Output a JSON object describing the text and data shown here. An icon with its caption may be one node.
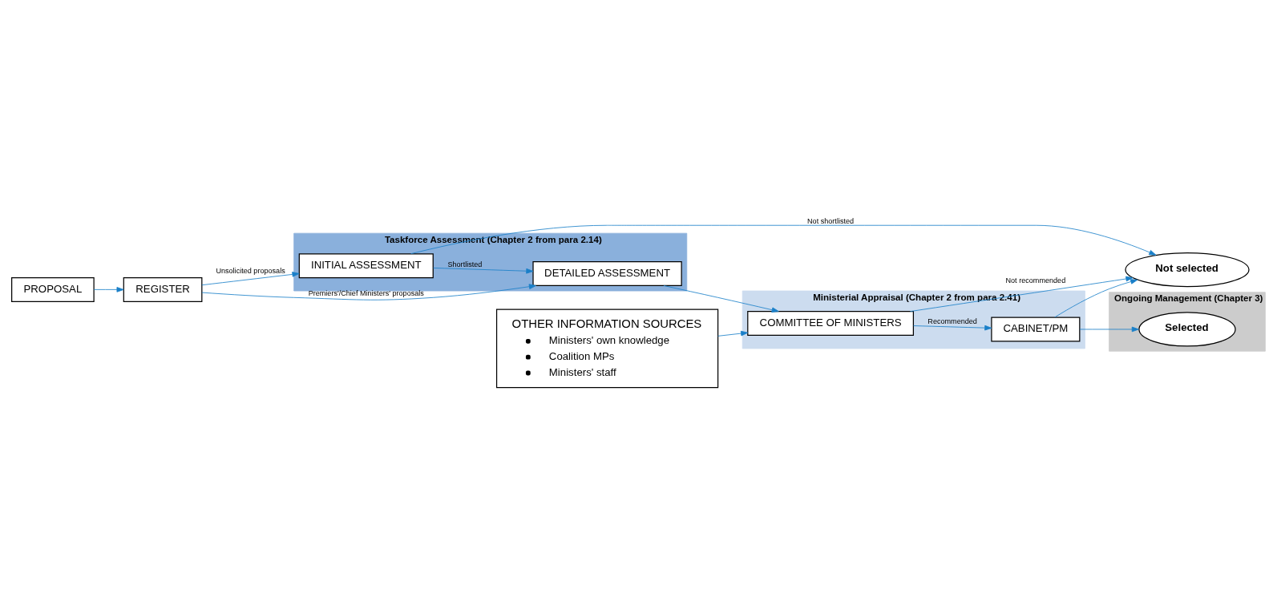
{
  "diagram": {
    "nodes": [
      {
        "text": [
          "PROPOSAL"
        ]
      },
      {
        "text": [
          "REGISTER"
        ]
      },
      {
        "text": [
          "Taskforce Assessment (Chapter 2 from para 2.14)"
        ]
      },
      {
        "text": [
          "INITIAL ASSESSMENT"
        ],
        "in": 2
      },
      {
        "text": [
          "DETAILED ASSESSMENT"
        ],
        "in": 2
      },
      {
        "text": [
          "Not selected"
        ]
      },
      {
        "text": [
          "Ministerial Appraisal (Chapter 2 from para 2.41)"
        ]
      },
      {
        "text": [
          "COMMITTEE OF MINISTERS"
        ],
        "in": 6
      },
      {
        "text": [
          "CABINET/PM"
        ],
        "in": 6
      },
      {
        "text": [
          "OTHER INFORMATION SOURCES",
          "Ministers' own knowledge",
          "Coalition MPs",
          "Ministers' staff"
        ]
      },
      {
        "text": [
          "Ongoing Management (Chapter 3)"
        ]
      },
      {
        "text": [
          "Selected"
        ],
        "in": 10
      }
    ],
    "edges": [
      {
        "from": 0,
        "to": 1,
        "arrow": "to"
      },
      {
        "from": 1,
        "to": 3,
        "arrow": "to",
        "label": "Unsolicited proposals"
      },
      {
        "from": 1,
        "to": 4,
        "arrow": "to",
        "label": "Premiers'/Chief Ministers' proposals"
      },
      {
        "from": 3,
        "to": 5,
        "arrow": "to",
        "label": "Not shortlisted"
      },
      {
        "from": 3,
        "to": 4,
        "arrow": "to",
        "label": "Shortlisted"
      },
      {
        "from": 4,
        "to": 7,
        "arrow": "to"
      },
      {
        "from": 7,
        "to": 5,
        "arrow": "to",
        "label": "Not recommended"
      },
      {
        "from": 7,
        "to": 8,
        "arrow": "to",
        "label": "Recommended"
      },
      {
        "from": 8,
        "to": 5,
        "arrow": "to"
      },
      {
        "from": 9,
        "to": 7,
        "arrow": "to"
      },
      {
        "from": 8,
        "to": 11,
        "arrow": "to"
      }
    ]
  }
}
